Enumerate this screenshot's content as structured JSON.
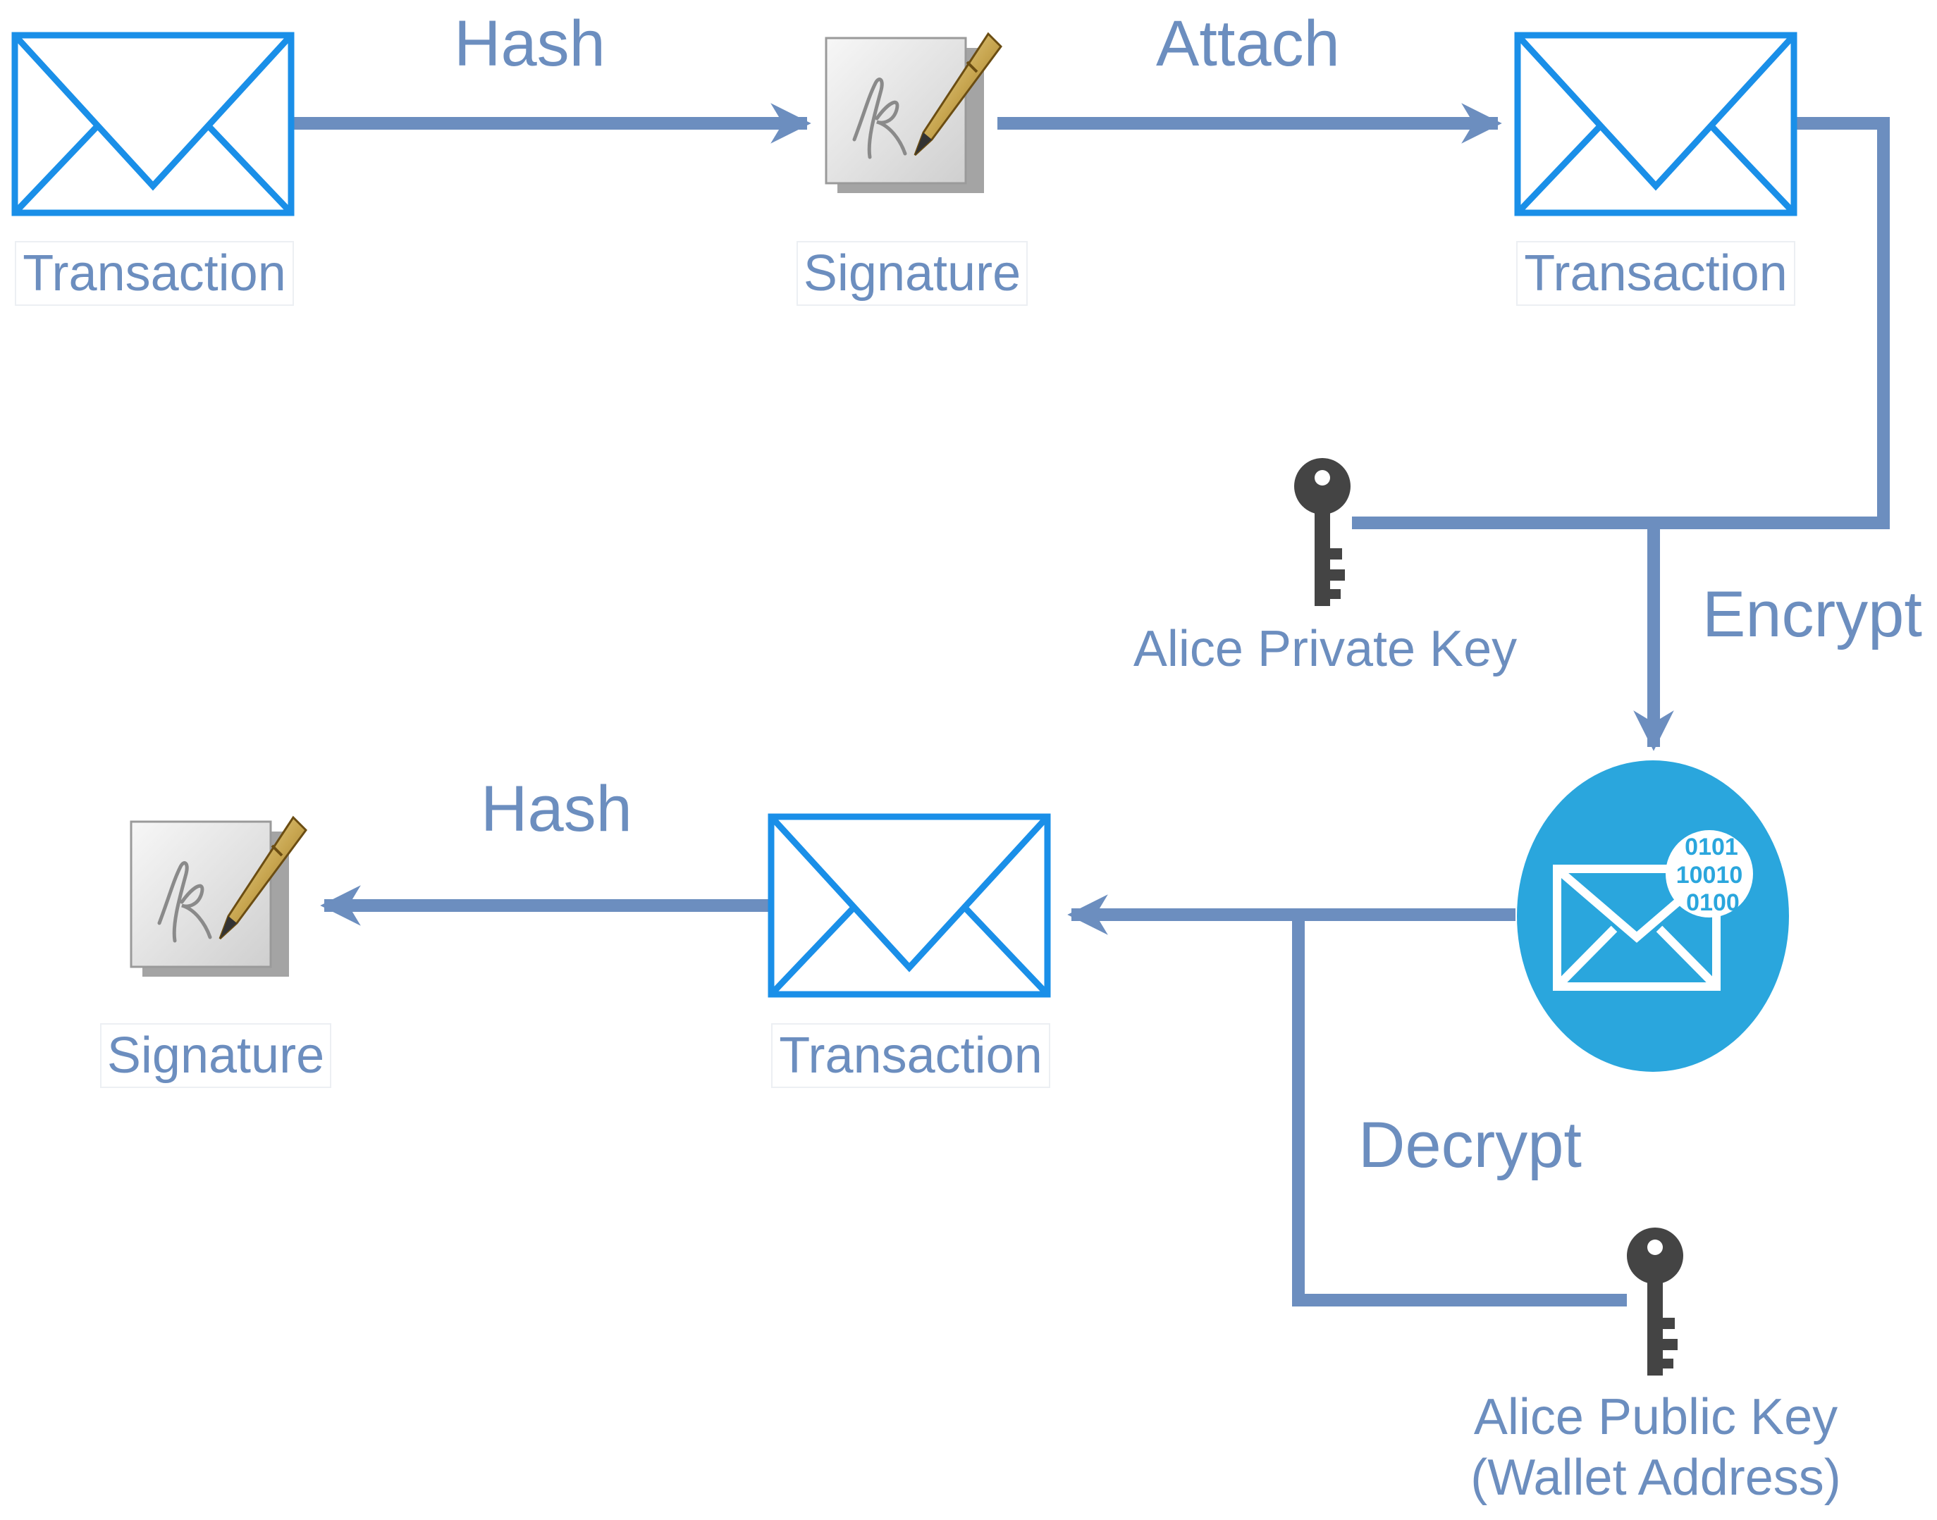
{
  "nodes": {
    "tx1_label": "Transaction",
    "sig1_label": "Signature",
    "tx2_label": "Transaction",
    "tx3_label": "Transaction",
    "sig2_label": "Signature"
  },
  "edges": {
    "hash_top": "Hash",
    "attach": "Attach",
    "encrypt": "Encrypt",
    "decrypt": "Decrypt",
    "hash_bottom": "Hash"
  },
  "keys": {
    "private_label": "Alice Private Key",
    "public_label_line1": "Alice Public Key",
    "public_label_line2": "(Wallet Address)"
  },
  "encrypted_bits": [
    "0101",
    "10010",
    "0100"
  ],
  "colors": {
    "connector": "#6c8ebf",
    "envelope": "#1a8fe8",
    "encrypted_circle": "#2aa6dd",
    "key": "#444444",
    "label_text": "#6c8ebf"
  },
  "icons": [
    "envelope-icon",
    "signature-pen-icon",
    "key-icon",
    "encrypted-mail-icon"
  ]
}
